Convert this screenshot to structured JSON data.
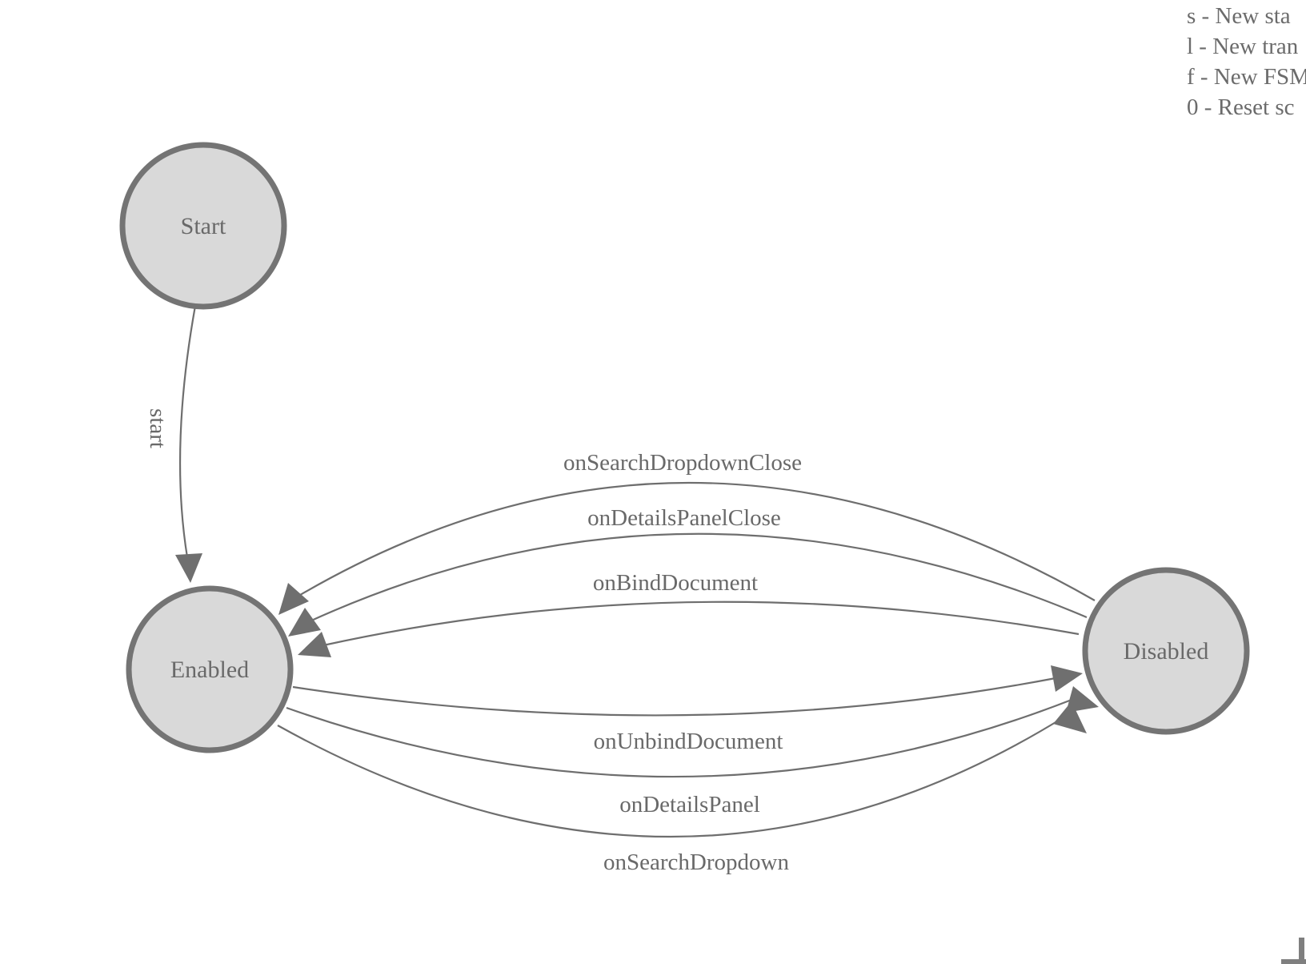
{
  "legend": {
    "lines": [
      "s - New sta",
      "l - New tran",
      "f - New FSM",
      "0 - Reset sc"
    ]
  },
  "diagram": {
    "states": [
      {
        "id": "start",
        "label": "Start"
      },
      {
        "id": "enabled",
        "label": "Enabled"
      },
      {
        "id": "disabled",
        "label": "Disabled"
      }
    ],
    "transitions": [
      {
        "label": "start",
        "from": "Start",
        "to": "Enabled"
      },
      {
        "label": "onSearchDropdownClose",
        "from": "Disabled",
        "to": "Enabled"
      },
      {
        "label": "onDetailsPanelClose",
        "from": "Disabled",
        "to": "Enabled"
      },
      {
        "label": "onBindDocument",
        "from": "Disabled",
        "to": "Enabled"
      },
      {
        "label": "onUnbindDocument",
        "from": "Enabled",
        "to": "Disabled"
      },
      {
        "label": "onDetailsPanel",
        "from": "Enabled",
        "to": "Disabled"
      },
      {
        "label": "onSearchDropdown",
        "from": "Enabled",
        "to": "Disabled"
      }
    ]
  },
  "colors": {
    "state_fill": "#d9d9d9",
    "state_stroke": "#747474",
    "edge": "#6e6e6e",
    "arrowhead": "#6f6f6f",
    "label_text": "#696969",
    "legend_text": "#6b6b6b",
    "handle": "#7f7f7f"
  }
}
